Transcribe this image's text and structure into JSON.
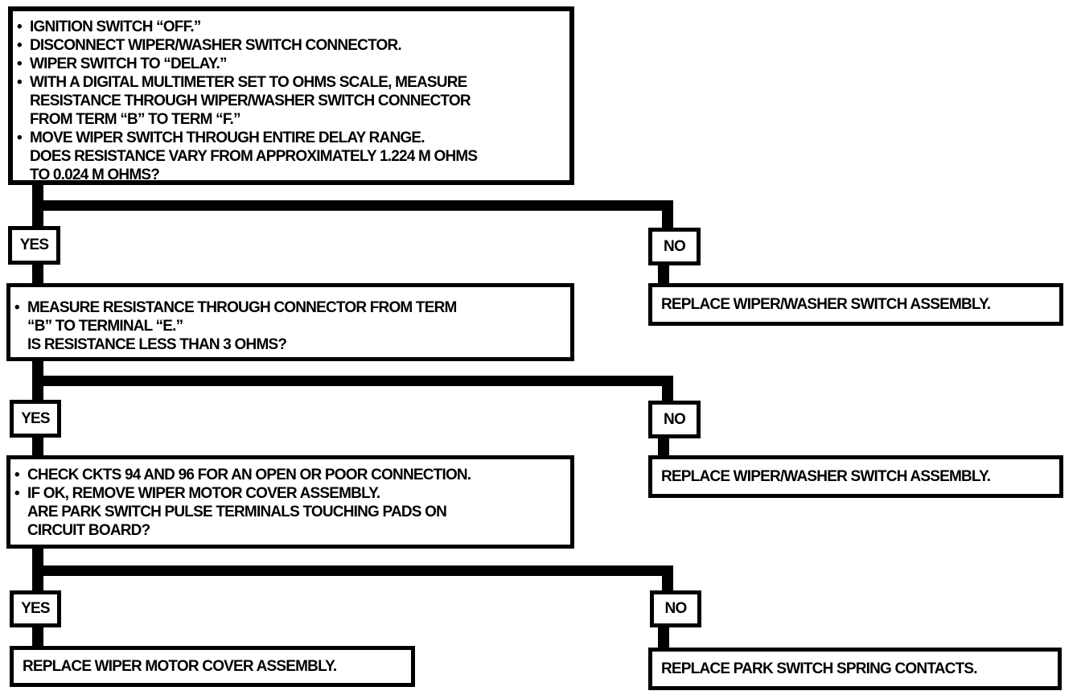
{
  "labels": {
    "yes": "YES",
    "no": "NO",
    "bullet": "•"
  },
  "colors": {
    "ink": "#000000",
    "paper": "#ffffff"
  },
  "boxes": {
    "step1": {
      "items": [
        "IGNITION SWITCH “OFF.”",
        "DISCONNECT WIPER/WASHER SWITCH CONNECTOR.",
        "WIPER SWITCH TO “DELAY.”",
        "WITH A DIGITAL MULTIMETER SET TO OHMS SCALE, MEASURE\nRESISTANCE THROUGH WIPER/WASHER SWITCH CONNECTOR\nFROM TERM “B” TO TERM “F.”",
        "MOVE WIPER SWITCH THROUGH ENTIRE DELAY RANGE.\nDOES RESISTANCE VARY FROM APPROXIMATELY 1.224 M OHMS\nTO 0.024 M OHMS?"
      ]
    },
    "step2": {
      "items": [
        "MEASURE RESISTANCE THROUGH CONNECTOR FROM TERM\n“B” TO TERMINAL “E.”\nIS RESISTANCE LESS THAN 3 OHMS?"
      ]
    },
    "step3": {
      "items": [
        "CHECK CKTS 94 AND 96 FOR AN OPEN OR POOR CONNECTION.",
        "IF OK, REMOVE WIPER MOTOR COVER ASSEMBLY.\nARE PARK SWITCH PULSE TERMINALS TOUCHING PADS ON\nCIRCUIT BOARD?"
      ]
    },
    "result_no1": "REPLACE WIPER/WASHER SWITCH ASSEMBLY.",
    "result_no2": "REPLACE WIPER/WASHER SWITCH ASSEMBLY.",
    "result_yes3": "REPLACE WIPER MOTOR COVER ASSEMBLY.",
    "result_no3": "REPLACE PARK SWITCH SPRING CONTACTS."
  }
}
